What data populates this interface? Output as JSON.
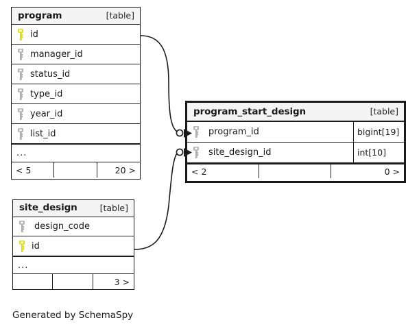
{
  "diagram": {
    "caption": "Generated by SchemaSpy",
    "table_tag": "[table]",
    "ellipsis": "...",
    "colors": {
      "primary_key": "#e8e80d",
      "foreign_key": "#b4b4b4",
      "border": "#1a1a1a",
      "header_bg": "#f4f4f4",
      "background": "#ffffff"
    }
  },
  "tables": [
    {
      "name": "program",
      "tag": "[table]",
      "columns": [
        {
          "name": "id",
          "key": "primary",
          "key_icon": "key-icon",
          "type": ""
        },
        {
          "name": "manager_id",
          "key": "foreign",
          "key_icon": "key-icon",
          "type": ""
        },
        {
          "name": "status_id",
          "key": "foreign",
          "key_icon": "key-icon",
          "type": ""
        },
        {
          "name": "type_id",
          "key": "foreign",
          "key_icon": "key-icon",
          "type": ""
        },
        {
          "name": "year_id",
          "key": "foreign",
          "key_icon": "key-icon",
          "type": ""
        },
        {
          "name": "list_id",
          "key": "foreign",
          "key_icon": "key-icon",
          "type": ""
        }
      ],
      "ellipsis": "...",
      "footer": {
        "left": "< 5",
        "middle": "",
        "right": "20 >"
      }
    },
    {
      "name": "program_start_design",
      "tag": "[table]",
      "columns": [
        {
          "name": "program_id",
          "key": "foreign",
          "key_icon": "key-icon",
          "type": "bigint[19]"
        },
        {
          "name": "site_design_id",
          "key": "foreign",
          "key_icon": "key-icon",
          "type": "int[10]"
        }
      ],
      "footer": {
        "left": "< 2",
        "middle": "",
        "right": "0 >"
      }
    },
    {
      "name": "site_design",
      "tag": "[table]",
      "columns": [
        {
          "name": "design_code",
          "key": "foreign",
          "key_icon": "key-icon",
          "type": ""
        },
        {
          "name": "id",
          "key": "primary",
          "key_icon": "key-icon",
          "type": ""
        }
      ],
      "ellipsis": "...",
      "footer": {
        "left": "",
        "middle": "",
        "right": "3 >"
      }
    }
  ],
  "relationships": [
    {
      "from_table": "program",
      "from_column": "id",
      "to_table": "program_start_design",
      "to_column": "program_id"
    },
    {
      "from_table": "site_design",
      "from_column": "id",
      "to_table": "program_start_design",
      "to_column": "site_design_id"
    }
  ]
}
